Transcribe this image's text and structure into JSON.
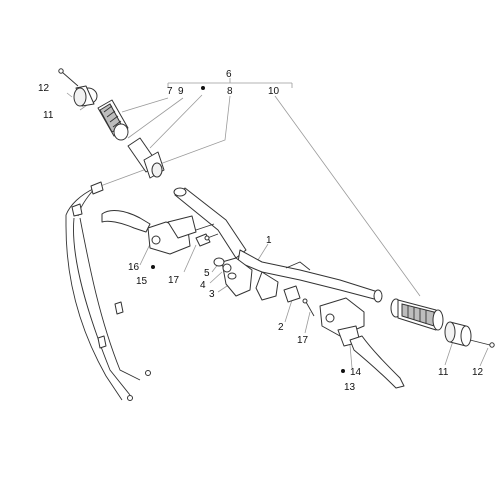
{
  "callouts": [
    {
      "id": "c12a",
      "text": "12"
    },
    {
      "id": "c11a",
      "text": "11"
    },
    {
      "id": "c6",
      "text": "6"
    },
    {
      "id": "c7",
      "text": "7"
    },
    {
      "id": "c9",
      "text": "9"
    },
    {
      "id": "c8",
      "text": "8"
    },
    {
      "id": "c10",
      "text": "10"
    },
    {
      "id": "c1",
      "text": "1"
    },
    {
      "id": "c16",
      "text": "16"
    },
    {
      "id": "c15",
      "text": "15"
    },
    {
      "id": "c17a",
      "text": "17"
    },
    {
      "id": "c5",
      "text": "5"
    },
    {
      "id": "c4",
      "text": "4"
    },
    {
      "id": "c3",
      "text": "3"
    },
    {
      "id": "c2",
      "text": "2"
    },
    {
      "id": "c17b",
      "text": "17"
    },
    {
      "id": "c14",
      "text": "14"
    },
    {
      "id": "c13",
      "text": "13"
    },
    {
      "id": "c11b",
      "text": "11"
    },
    {
      "id": "c12b",
      "text": "12"
    }
  ]
}
